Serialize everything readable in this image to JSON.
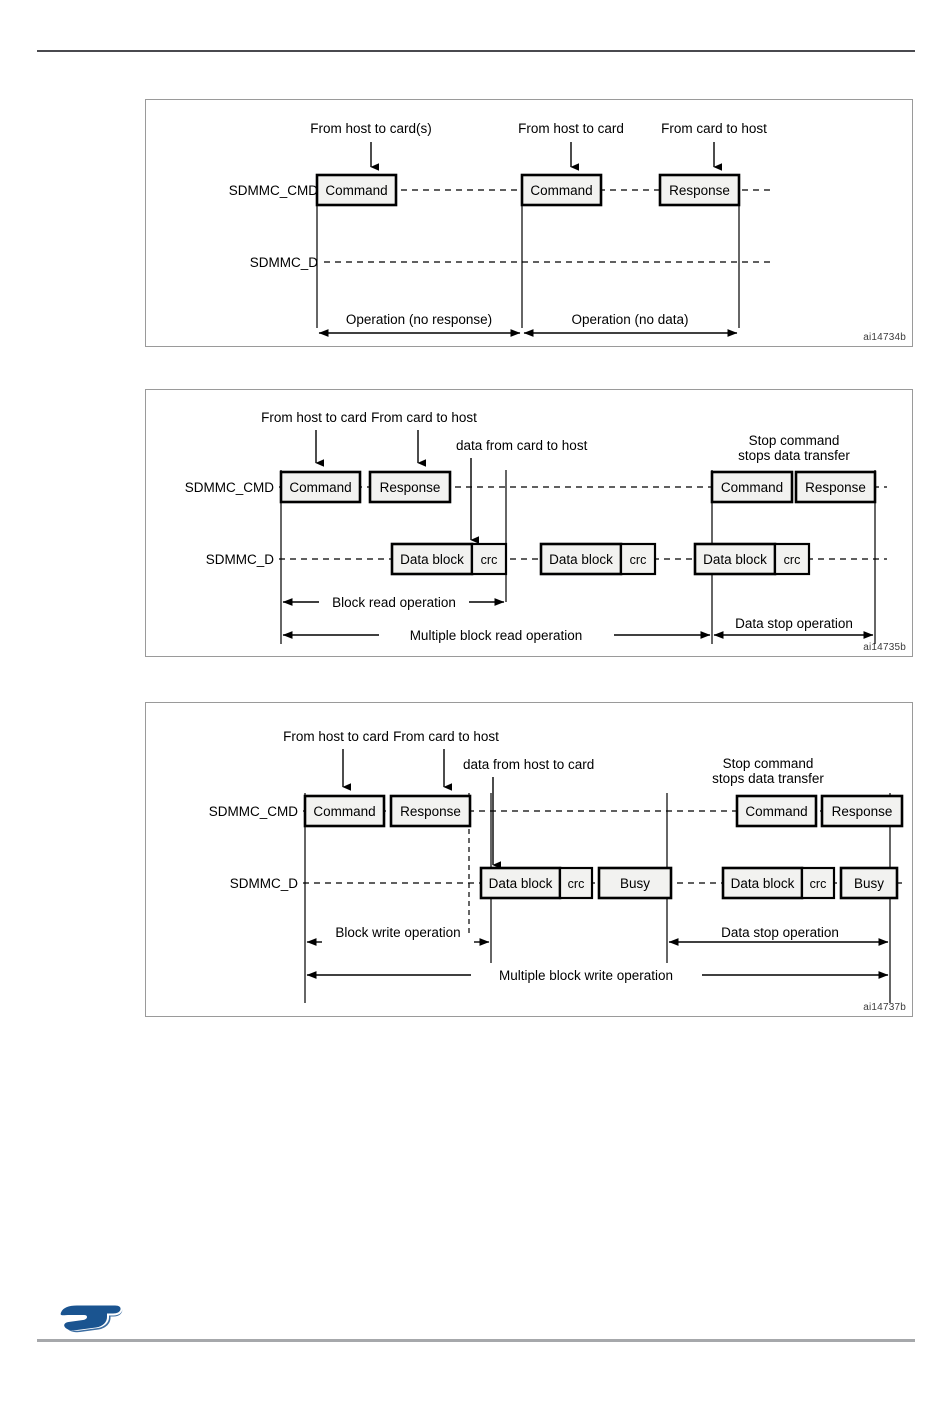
{
  "document": {
    "signal_labels": {
      "cmd": "SDMMC_CMD",
      "data": "SDMMC_D"
    }
  },
  "figures": [
    {
      "id": "ai14734b",
      "name": "command-no-response-no-data",
      "annotations": [
        "From host to card(s)",
        "From host to card",
        "From card to host"
      ],
      "cmd_blocks": [
        "Command",
        "Command",
        "Response"
      ],
      "data_blocks": [],
      "measures": [
        "Operation (no response)",
        "Operation (no data)"
      ]
    },
    {
      "id": "ai14735b",
      "name": "multiple-block-read",
      "annotations": [
        "From host to card",
        "From card to host",
        "data from card to host",
        "Stop command",
        "stops data transfer"
      ],
      "cmd_blocks": [
        "Command",
        "Response",
        "Command",
        "Response"
      ],
      "data_blocks": [
        {
          "label": "Data block",
          "crc": "crc"
        },
        {
          "label": "Data block",
          "crc": "crc"
        },
        {
          "label": "Data block",
          "crc": "crc"
        }
      ],
      "measures": [
        "Block read operation",
        "Multiple block read operation",
        "Data stop operation"
      ]
    },
    {
      "id": "ai14737b",
      "name": "multiple-block-write",
      "annotations": [
        "From host to card",
        "From card to host",
        "data from host to card",
        "Stop command",
        "stops data transfer"
      ],
      "cmd_blocks": [
        "Command",
        "Response",
        "Command",
        "Response"
      ],
      "data_blocks": [
        {
          "label": "Data block",
          "crc": "crc",
          "busy": "Busy"
        },
        {
          "label": "Data block",
          "crc": "crc",
          "busy": "Busy"
        }
      ],
      "measures": [
        "Block write operation",
        "Multiple block write operation",
        "Data stop operation"
      ]
    }
  ],
  "footer": {
    "logo_name": "st-logo",
    "logo_color": "#1a5490"
  }
}
